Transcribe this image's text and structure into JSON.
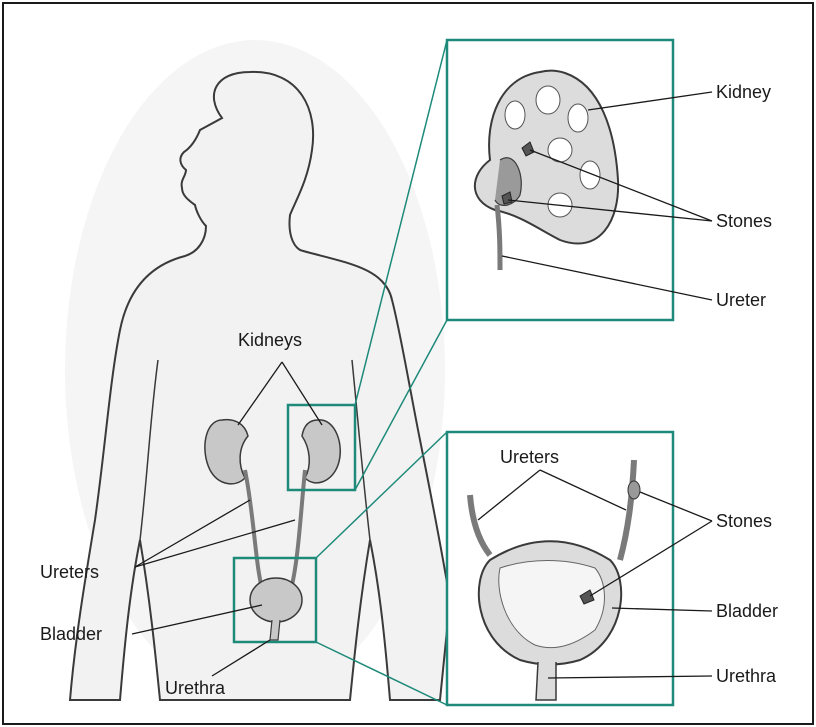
{
  "colors": {
    "frame": "#1a1a1a",
    "callout": "#1e8a7a",
    "body_fill": "#f2f2f2",
    "body_outline": "#3a3a3a",
    "organ_fill": "#c8c8c8",
    "organ_dark": "#7a7a7a",
    "leader": "#1a1a1a"
  },
  "labels": {
    "kidneys": "Kidneys",
    "ureters_left": "Ureters",
    "bladder_left": "Bladder",
    "urethra_left": "Urethra",
    "kidney_right": "Kidney",
    "stones_top": "Stones",
    "ureter_right": "Ureter",
    "ureters_bottom": "Ureters",
    "stones_bottom": "Stones",
    "bladder_right": "Bladder",
    "urethra_right": "Urethra"
  },
  "icons": {
    "figure": "human-torso-outline",
    "kidney": "kidney-organ",
    "bladder": "bladder-organ",
    "stone": "kidney-stone"
  }
}
